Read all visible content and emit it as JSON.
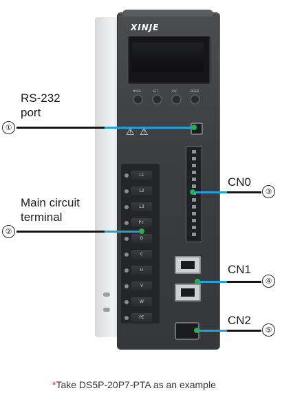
{
  "device": {
    "brand": "XINJE",
    "buttons": [
      "MODE",
      "SET",
      "ESC",
      "ENTER"
    ],
    "terminal_labels": [
      "L1",
      "L2",
      "L3",
      "P+",
      "D",
      "C",
      "U",
      "V",
      "W",
      "PE"
    ],
    "cn0_label": "CN0",
    "cn1_label": "CN1",
    "cn2_label": "CN2"
  },
  "callouts": [
    {
      "number": "①",
      "label": "RS-232 port"
    },
    {
      "number": "②",
      "label": "Main circuit terminal"
    },
    {
      "number": "③",
      "label": "CN0"
    },
    {
      "number": "④",
      "label": "CN1"
    },
    {
      "number": "⑤",
      "label": "CN2"
    }
  ],
  "labels": {
    "rs232_line1": "RS-232",
    "rs232_line2": "port",
    "main_line1": "Main circuit",
    "main_line2": "terminal"
  },
  "footnote": {
    "star": "*",
    "text": "Take DS5P-20P7-PTA as an example"
  },
  "colors": {
    "callout_blue": "#1fa3d7",
    "callout_black": "#151515",
    "dot_green": "#24b050",
    "footnote_star": "#d62828"
  }
}
